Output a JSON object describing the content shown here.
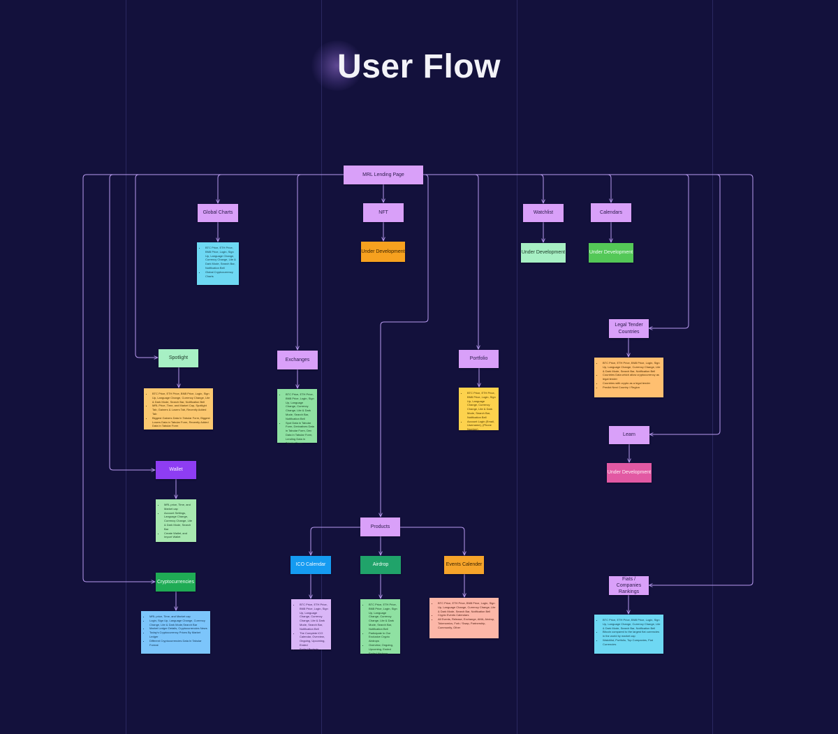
{
  "title": "User Flow",
  "colors": {
    "background": "#13113c",
    "connector": "#b89af0",
    "node": "#d9a0f9"
  },
  "nodes": {
    "landing": "MRL Lending Page",
    "global_charts": "Global Charts",
    "nft": "NFT",
    "watchlist": "Watchlist",
    "calendars": "Calendars",
    "nft_dev": "Under Development",
    "watchlist_dev": "Under Development",
    "calendars_dev": "Under Development",
    "legal_tender": "Legal Tender Countries",
    "spotlight": "Spotlight",
    "exchanges": "Exchanges",
    "portfolio": "Portfolio",
    "learn": "Learn",
    "learn_dev": "Under Development",
    "wallet": "Wallet",
    "products": "Products",
    "ico_calendar": "ICO Calendar",
    "airdrop": "Airdrop",
    "events_calendar": "Events Calender",
    "cryptocurrencies": "Cryptocurrencies",
    "fiats": "Fiats / Companies Rankings"
  },
  "notes": {
    "global_charts": [
      "BTC Price, ETH Price, BNB Price, Login, Sign Up, Language Change, Currency Change, Lite & Dark Mode, Search Bar, Notification Bell",
      "Global Cryptocurrency Charts"
    ],
    "legal_tender": [
      "BTC Price, ETH Price, BNB Price, Login, Sign Up, Language Change, Currency Change, Lite & Dark Mode, Search Bar, Notification Bell",
      "Countries Data which allow cryptocurrency as legal tender",
      "Countries with crypto as a legal tender",
      "Predict Next Country / Region"
    ],
    "spotlight": [
      "BTC Price, ETH Price, BNB Price, Login, Sign Up, Language Change, Currency Change, Lite & Dark Mode, Search Bar, Notification Bell",
      "MRL Price, Time, and Market Cap, Spotlight Tab, Gainers & Losers Tab, Recently Added Tab",
      "Biggest Gainers Data In Tabular Form, Biggest Losers Data in Tabular Form, Recently Added Data in Tabular Form"
    ],
    "exchanges": [
      "BTC Price, ETH Price, BNB Price, Login, Sign Up, Language Change, Currency Change, Lite & Dark Mode, Search Bar, Notification Bell",
      "Spot Data in Tabular Form, Derivatives Data in Tabular Form, Dex Data in Tabular Form, Lending Data in Tabular Form"
    ],
    "portfolio": [
      "BTC Price, ETH Price, BNB Price, Login, Sign Up, Language Change, Currency Change, Lite & Dark Mode, Search Bar, Notification Bell",
      "Account Login (Email, Username), (Phone Number)"
    ],
    "wallet": [
      "MRL price, Time, and Market cap",
      "Account Settings, Language Change, Currency Change, Lite & Dark Mode, Search Bar",
      "Create Wallet, and Import Wallet"
    ],
    "ico_calendar": [
      "BTC Price, ETH Price, BNB Price, Login, Sign Up, Language Change, Currency Change, Lite & Dark Mode, Search Bar, Notification Bell",
      "The Complete ICO Calendar, Overview, Ongoing, Upcoming, Ended",
      "Ended Projects"
    ],
    "airdrop": [
      "BTC Price, ETH Price, BNB Price, Login, Sign Up, Language Change, Currency Change, Lite & Dark Mode, Search Bar, Notification Bell",
      "Participate In Our Exclusive Crypto Airdrops",
      "Overview, Ongoing, Upcoming, Ended",
      "Ended Airdrops"
    ],
    "events_calendar": [
      "BTC Price, ETH Price, BNB Price, Login, Sign Up, Language Change, Currency Change, Lite & Dark Mode, Search Bar, Notification Bell",
      "Crypto Events Calendars",
      "All Events, Release, Exchange, AMA, Airdrop, Tokenomics, Fork / Swap, Partnership, Community, Other"
    ],
    "cryptocurrencies": [
      "MRL price, Time, and Market cap",
      "Login, Sign Up, Language Change, Currency Change, Lite & Dark Mode,Search Bar",
      "Market Ledger Details, Cryptocurrencies News",
      "Today's Cryptocurrency Prices By Market Ledger",
      "Different Cryptocurrencies Data In Tabular Format"
    ],
    "fiats": [
      "BTC Price, ETH Price, BNB Price, Login, Sign Up, Language Change, Currency Change, Lite & Dark Mode, Search Bar, Notification Bell",
      "Bitcoin compared to the largest fiat currencies in the world by market cap",
      "Watchlist, Portfolio, Top Companies, Fiat Currencies"
    ]
  }
}
